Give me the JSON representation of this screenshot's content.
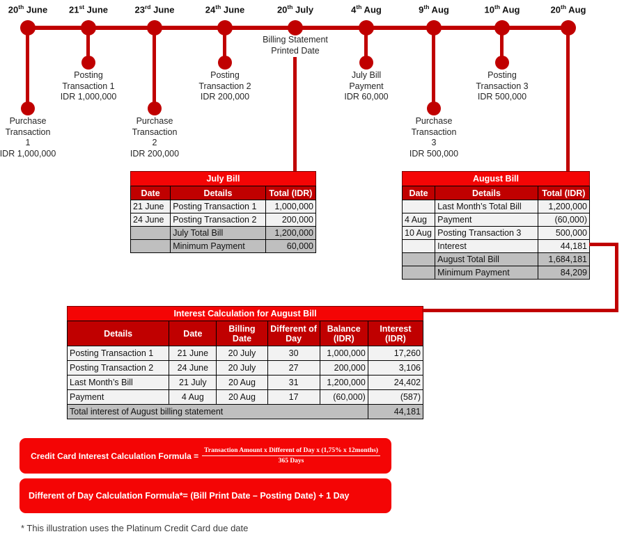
{
  "colors": {
    "bright_red": "#F40505",
    "dark_red": "#C00000",
    "row_light": "#F2F2F2",
    "row_summary": "#BFBFBF"
  },
  "timeline": {
    "events": [
      {
        "day": "20",
        "ordinal": "th",
        "month": "June",
        "type": "long",
        "label_lines": [
          "Purchase",
          "Transaction",
          "1",
          "IDR 1,000,000"
        ]
      },
      {
        "day": "21",
        "ordinal": "st",
        "month": "June",
        "type": "short",
        "label_lines": [
          "Posting",
          "Transaction 1",
          "IDR 1,000,000"
        ]
      },
      {
        "day": "23",
        "ordinal": "rd",
        "month": "June",
        "type": "long",
        "label_lines": [
          "Purchase",
          "Transaction",
          "2",
          "IDR 200,000"
        ]
      },
      {
        "day": "24",
        "ordinal": "th",
        "month": "June",
        "type": "short",
        "label_lines": [
          "Posting",
          "Transaction 2",
          "IDR 200,000"
        ]
      },
      {
        "day": "20",
        "ordinal": "th",
        "month": "July",
        "type": "billing",
        "label_lines": [
          "Billing Statement",
          "Printed Date"
        ]
      },
      {
        "day": "4",
        "ordinal": "th",
        "month": "Aug",
        "type": "short",
        "label_lines": [
          "July Bill",
          "Payment",
          "IDR 60,000"
        ]
      },
      {
        "day": "9",
        "ordinal": "th",
        "month": "Aug",
        "type": "long",
        "label_lines": [
          "Purchase",
          "Transaction",
          "3",
          "IDR 500,000"
        ]
      },
      {
        "day": "10",
        "ordinal": "th",
        "month": "Aug",
        "type": "short",
        "label_lines": [
          "Posting",
          "Transaction 3",
          "IDR 500,000"
        ]
      },
      {
        "day": "20",
        "ordinal": "th",
        "month": "Aug",
        "type": "drop-to-table",
        "label_lines": []
      }
    ]
  },
  "tables": {
    "july": {
      "title": "July Bill",
      "headers": [
        [
          "Date"
        ],
        [
          "Details"
        ],
        [
          "Total (IDR)"
        ]
      ],
      "rows": [
        {
          "cells": [
            "21 June",
            "Posting Transaction 1",
            "1,000,000"
          ],
          "summary": false
        },
        {
          "cells": [
            "24 June",
            "Posting Transaction 2",
            "200,000"
          ],
          "summary": false
        },
        {
          "cells": [
            "",
            "July Total Bill",
            "1,200,000"
          ],
          "summary": true
        },
        {
          "cells": [
            "",
            "Minimum Payment",
            "60,000"
          ],
          "summary": true
        }
      ]
    },
    "august": {
      "title": "August Bill",
      "headers": [
        [
          "Date"
        ],
        [
          "Details"
        ],
        [
          "Total (IDR)"
        ]
      ],
      "rows": [
        {
          "cells": [
            "",
            "Last Month’s Total Bill",
            "1,200,000"
          ],
          "summary": false
        },
        {
          "cells": [
            "4 Aug",
            "Payment",
            "(60,000)"
          ],
          "summary": false
        },
        {
          "cells": [
            "10 Aug",
            "Posting Transaction 3",
            "500,000"
          ],
          "summary": false
        },
        {
          "cells": [
            "",
            "Interest",
            "44,181"
          ],
          "summary": false
        },
        {
          "cells": [
            "",
            "August Total Bill",
            "1,684,181"
          ],
          "summary": true
        },
        {
          "cells": [
            "",
            "Minimum Payment",
            "84,209"
          ],
          "summary": true
        }
      ]
    },
    "interest": {
      "title": "Interest Calculation for August Bill",
      "headers": [
        [
          "Details"
        ],
        [
          "Date"
        ],
        [
          "Billing Date"
        ],
        [
          "Different of",
          "Day"
        ],
        [
          "Balance",
          "(IDR)"
        ],
        [
          "Interest",
          "(IDR)"
        ]
      ],
      "rows": [
        {
          "cells": [
            "Posting Transaction 1",
            "21 June",
            "20 July",
            "30",
            "1,000,000",
            "17,260"
          ],
          "summary": false
        },
        {
          "cells": [
            "Posting Transaction 2",
            "24 June",
            "20 July",
            "27",
            "200,000",
            "3,106"
          ],
          "summary": false
        },
        {
          "cells": [
            "Last Month’s Bill",
            "21 July",
            "20 Aug",
            "31",
            "1,200,000",
            "24,402"
          ],
          "summary": false
        },
        {
          "cells": [
            "Payment",
            "4 Aug",
            "20 Aug",
            "17",
            "(60,000)",
            "(587)"
          ],
          "summary": false
        }
      ],
      "total_label": "Total interest of August billing statement",
      "total_value": "44,181"
    }
  },
  "formula_interest": {
    "label": "Credit Card Interest Calculation Formula =",
    "numerator": "Transaction Amount x Different of Day x (1,75% x 12months)",
    "denominator": "365 Days"
  },
  "formula_day": {
    "text": "Different of Day Calculation Formula*= (Bill Print Date – Posting Date) + 1 Day"
  },
  "footnote": "* This illustration uses the Platinum Credit Card due date"
}
